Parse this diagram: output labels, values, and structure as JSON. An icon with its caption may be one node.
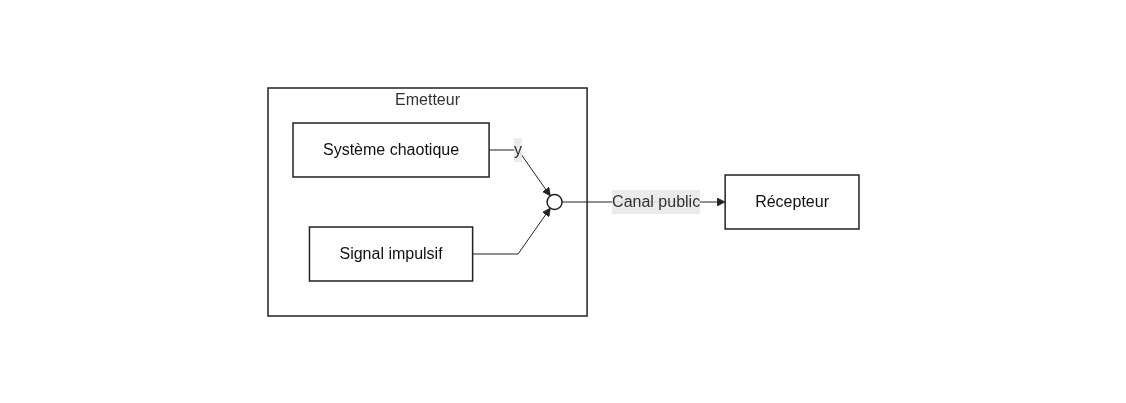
{
  "diagram": {
    "nodes": [
      {
        "text": [
          "Emetteur"
        ]
      },
      {
        "text": [
          "Système chaotique"
        ],
        "in": 0
      },
      {
        "text": [],
        "shape": "circle",
        "in": 0
      },
      {
        "text": [
          "Signal impulsif"
        ],
        "in": 0
      },
      {
        "text": [
          "Récepteur"
        ]
      }
    ],
    "edges": [
      {
        "from": 1,
        "to": 2,
        "arrow": "to",
        "label": "y"
      },
      {
        "from": 3,
        "to": 2,
        "arrow": "to"
      },
      {
        "from": 2,
        "to": 4,
        "arrow": "to",
        "label": "Canal public"
      }
    ]
  }
}
